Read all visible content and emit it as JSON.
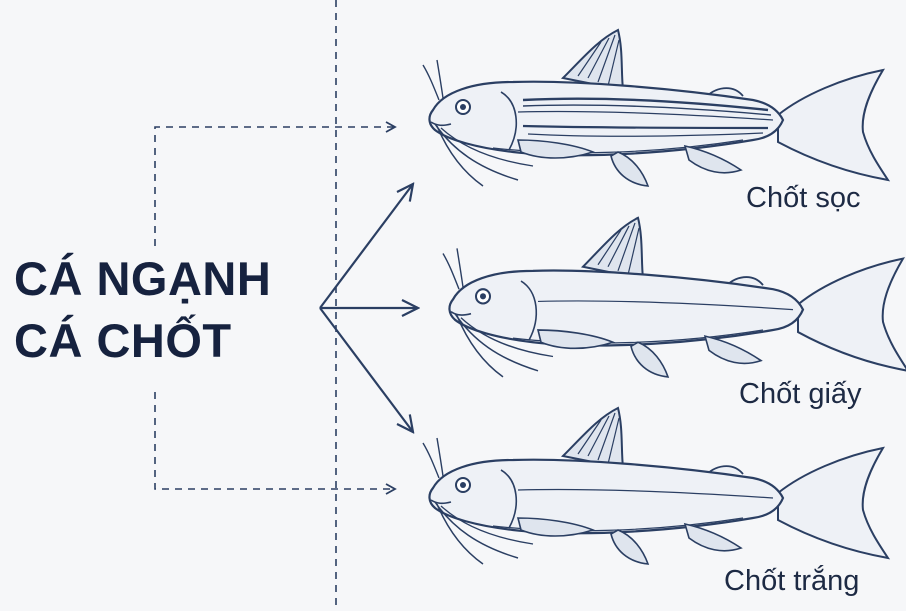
{
  "title": {
    "line1": "CÁ NGẠNH",
    "line2": "CÁ CHỐT"
  },
  "fish": [
    {
      "label": "Chốt sọc",
      "pattern": "striped"
    },
    {
      "label": "Chốt giấy",
      "pattern": "plain"
    },
    {
      "label": "Chốt trắng",
      "pattern": "plain"
    }
  ],
  "colors": {
    "ink": "#2b3f63",
    "title": "#16223f",
    "background": "#f6f7f9",
    "fish_fill": "#eef1f6"
  }
}
